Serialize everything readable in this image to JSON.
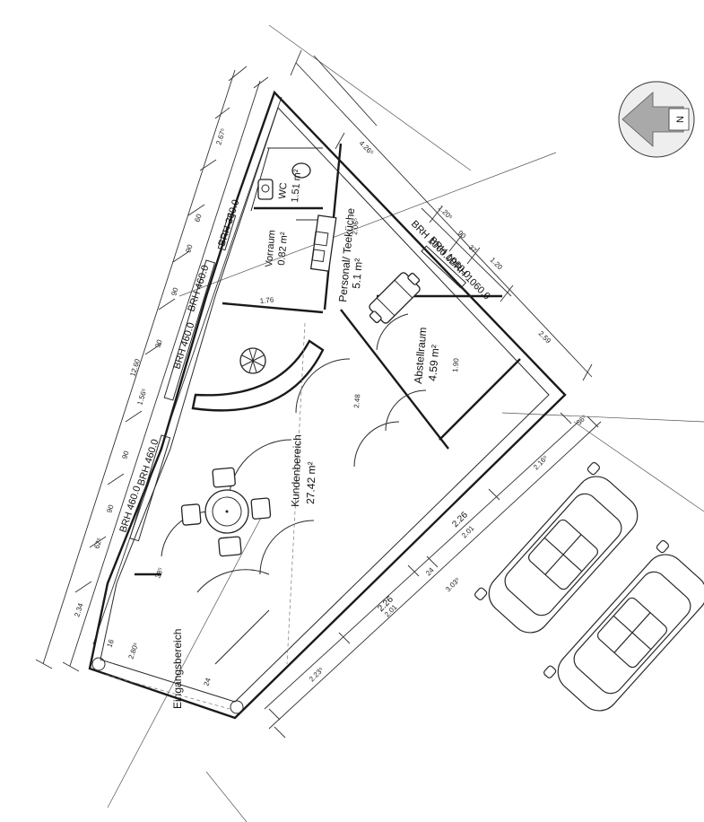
{
  "rooms": {
    "kunden_name": "Kundenbereich",
    "kunden_area": "27.42 m²",
    "personal_name": "Personal/ Teeküche",
    "personal_area": "5.1 m²",
    "abstell_name": "Abstellraum",
    "abstell_area": "4.59 m²",
    "vorraum_name": "Vorraum",
    "vorraum_area": "0.82 m²",
    "wc_name": "WC",
    "wc_area": "1.51 m²",
    "eingang_name": "Eingangsbereich"
  },
  "window_labels": {
    "brh_360": "BRH 360.0",
    "brh_460_a": "BRH 460.0",
    "brh_460_b": "BRH 460.0",
    "brh_460_c": "BRH 460.0",
    "brh_460_d": "BRH 460.0",
    "brh_1060_a": "BRH 1060.0",
    "brh_1060_b": "BRH 1060.0",
    "brh_1060_c": "BRH 1060.0"
  },
  "left_dims": [
    "2.67⁵",
    "60",
    "90",
    "90",
    "90",
    "1.56⁵",
    "90",
    "90",
    "62⁵",
    "2.34",
    "12.60"
  ],
  "right_dims": [
    "4.26⁵",
    "1.20⁵",
    "90",
    "37",
    "1.20",
    "2.59",
    "2.06⁵",
    "1.90",
    "2.48"
  ],
  "front_dims": {
    "d226_a": "2.26",
    "d201_a": "2.01",
    "d226_b": "2.26",
    "d201_b": "2.01",
    "d24": "24",
    "d203": "3.03⁵",
    "d216": "2.16⁵",
    "d36": "36⁵",
    "d223": "2.23⁵"
  },
  "misc_dims": {
    "d176": "1.76",
    "d280": "2.80⁵",
    "d16": "16",
    "d385": "38⁵",
    "d24b": "24"
  },
  "north_arrow": "N"
}
